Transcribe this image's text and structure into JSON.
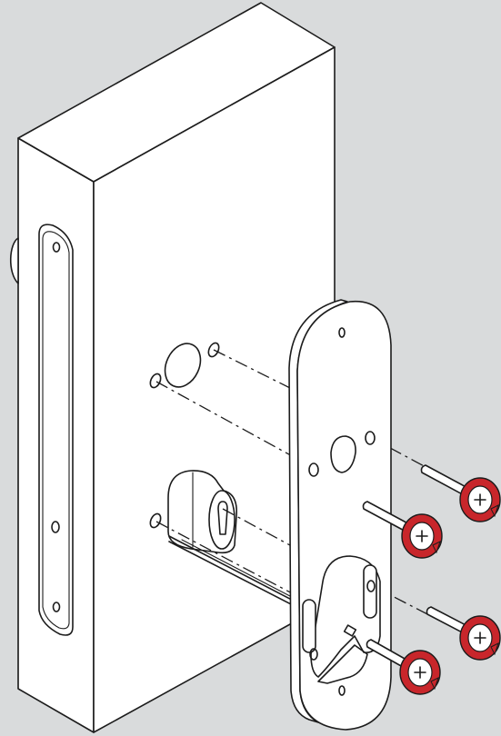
{
  "diagram": {
    "colors": {
      "background": "#d9dbdc",
      "line": "#1c1c1c",
      "part_fill": "#ffffff",
      "screw_arrow": "#c8262b"
    },
    "parts": [
      {
        "name": "lock-box",
        "icon": "lock-body-outline"
      },
      {
        "name": "front-plate",
        "icon": "rounded-plate-outline"
      },
      {
        "name": "cylinder",
        "icon": "euro-cylinder-outline"
      },
      {
        "name": "screws",
        "icon": "screw-with-rotation-arrow",
        "count": 4
      }
    ]
  }
}
